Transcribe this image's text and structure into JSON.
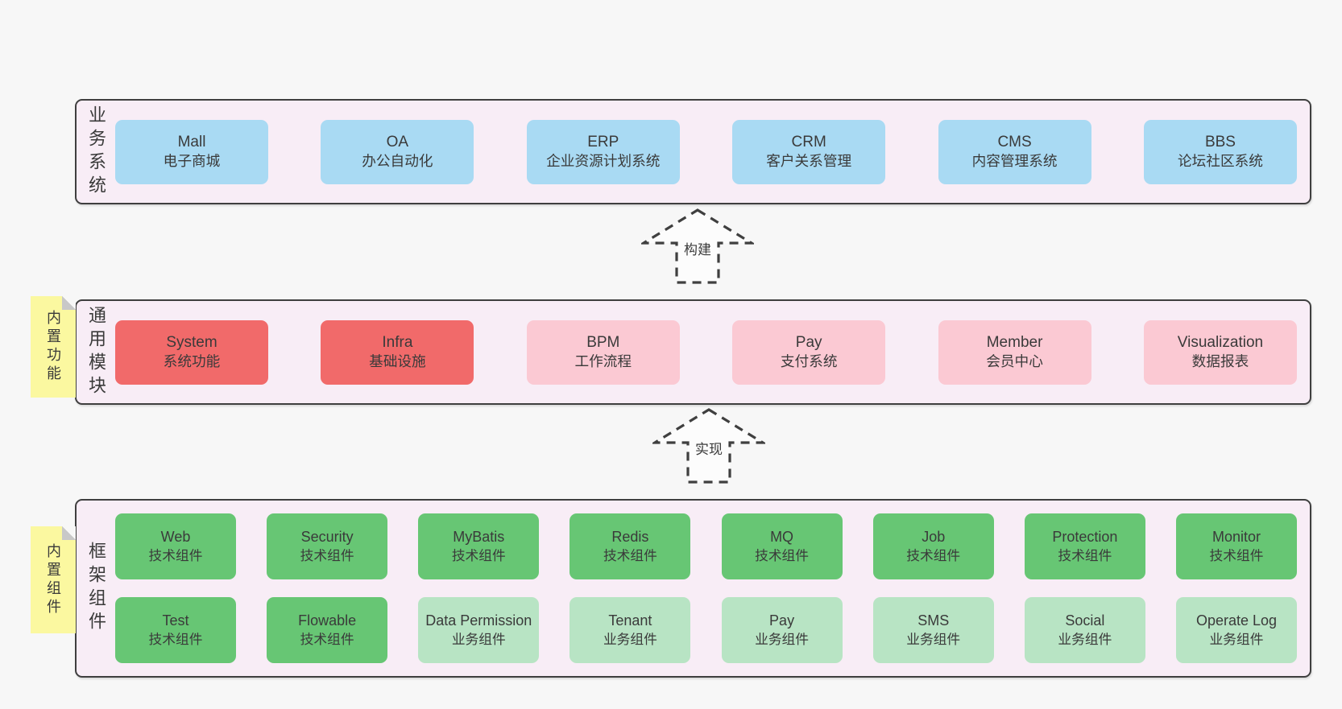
{
  "colors": {
    "page_bg": "#f7f7f7",
    "tier_bg": "#f8edf6",
    "tier_border": "#3f3f3f",
    "blue": "#a9daf3",
    "red": "#f16a6a",
    "pink": "#fbc9d3",
    "green_dark": "#67c674",
    "green_light": "#b8e4c4",
    "yellow": "#fbf8a0",
    "fold_gray": "#c8c8c8",
    "text": "#3a3a3a"
  },
  "tier_business": {
    "label": "业务系统",
    "boxes": [
      {
        "name": "Mall",
        "desc": "电子商城"
      },
      {
        "name": "OA",
        "desc": "办公自动化"
      },
      {
        "name": "ERP",
        "desc": "企业资源计划系统"
      },
      {
        "name": "CRM",
        "desc": "客户关系管理"
      },
      {
        "name": "CMS",
        "desc": "内容管理系统"
      },
      {
        "name": "BBS",
        "desc": "论坛社区系统"
      }
    ]
  },
  "arrow_build": {
    "label": "构建"
  },
  "tier_modules": {
    "label": "通用模块",
    "sticky": "内置功能",
    "boxes": [
      {
        "name": "System",
        "desc": "系统功能"
      },
      {
        "name": "Infra",
        "desc": "基础设施"
      },
      {
        "name": "BPM",
        "desc": "工作流程"
      },
      {
        "name": "Pay",
        "desc": "支付系统"
      },
      {
        "name": "Member",
        "desc": "会员中心"
      },
      {
        "name": "Visualization",
        "desc": "数据报表"
      }
    ]
  },
  "arrow_implement": {
    "label": "实现"
  },
  "tier_components": {
    "label": "框架组件",
    "sticky": "内置组件",
    "row1": [
      {
        "name": "Web",
        "desc": "技术组件"
      },
      {
        "name": "Security",
        "desc": "技术组件"
      },
      {
        "name": "MyBatis",
        "desc": "技术组件"
      },
      {
        "name": "Redis",
        "desc": "技术组件"
      },
      {
        "name": "MQ",
        "desc": "技术组件"
      },
      {
        "name": "Job",
        "desc": "技术组件"
      },
      {
        "name": "Protection",
        "desc": "技术组件"
      },
      {
        "name": "Monitor",
        "desc": "技术组件"
      }
    ],
    "row2": [
      {
        "name": "Test",
        "desc": "技术组件"
      },
      {
        "name": "Flowable",
        "desc": "技术组件"
      },
      {
        "name": "Data Permission",
        "desc": "业务组件"
      },
      {
        "name": "Tenant",
        "desc": "业务组件"
      },
      {
        "name": "Pay",
        "desc": "业务组件"
      },
      {
        "name": "SMS",
        "desc": "业务组件"
      },
      {
        "name": "Social",
        "desc": "业务组件"
      },
      {
        "name": "Operate Log",
        "desc": "业务组件"
      }
    ]
  }
}
